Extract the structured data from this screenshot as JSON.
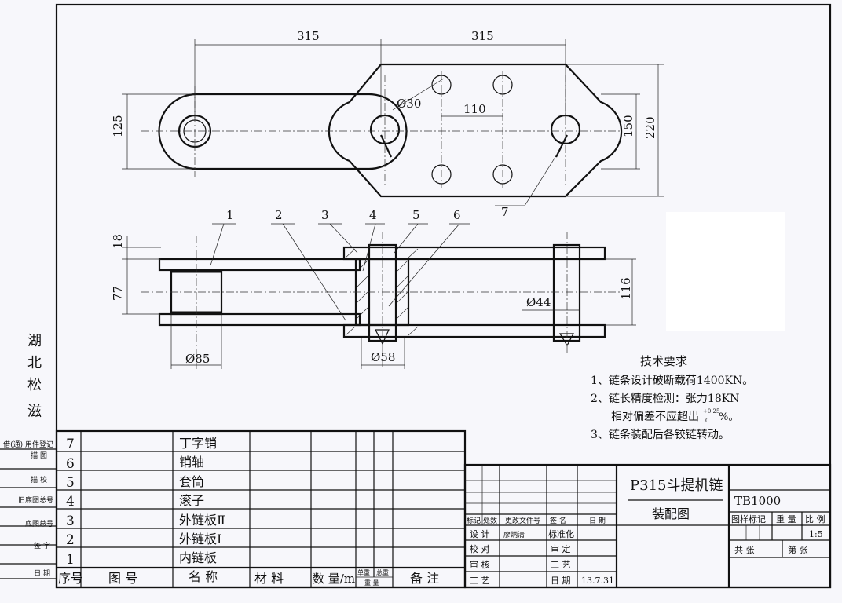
{
  "side_label": [
    "湖",
    "北",
    "松",
    "滋"
  ],
  "dimensions": {
    "pitch_left": "315",
    "pitch_right": "315",
    "hole_dia": "Ø30",
    "hole_spacing": "110",
    "inner_width": "125",
    "hole_height": "150",
    "outer_height": "220",
    "plate_thickness": "18",
    "inner_gap": "77",
    "overall_width": "116",
    "roller_dia": "Ø85",
    "bush_dia": "Ø58",
    "pin_dia": "Ø44"
  },
  "balloons": [
    "1",
    "2",
    "3",
    "4",
    "5",
    "6",
    "7"
  ],
  "tech_requirements": {
    "title": "技术要求",
    "items": [
      "1、链条设计破断载荷1400KN。",
      "2、链长精度检测：张力18KN",
      "相对偏差不应超出",
      "3、链条装配后各铰链转动。"
    ],
    "tol_upper": "+0.25",
    "tol_lower": "0",
    "tol_unit": "%。"
  },
  "left_strip": [
    "借(通) 用件登记",
    "描 图",
    "描 校",
    "旧底图总号",
    "底图总号",
    "签 字",
    "日 期"
  ],
  "parts": [
    {
      "no": "7",
      "name": "丁字销"
    },
    {
      "no": "6",
      "name": "销轴"
    },
    {
      "no": "5",
      "name": "套筒"
    },
    {
      "no": "4",
      "name": "滚子"
    },
    {
      "no": "3",
      "name": "外链板Ⅱ"
    },
    {
      "no": "2",
      "name": "外链板Ⅰ"
    },
    {
      "no": "1",
      "name": "内链板"
    }
  ],
  "parts_header": {
    "no": "序号",
    "drawing": "图  号",
    "name": "名  称",
    "material": "材  料",
    "qty": "数 量/m",
    "unit_wt": "单重",
    "total_wt": "总重",
    "wt": "重 量",
    "remark": "备  注"
  },
  "title_block": {
    "title": "P315斗提机链",
    "subtitle": "装配图",
    "drawing_no": "TB1000",
    "mark_header": "标记",
    "count_header": "处数",
    "doc_header": "更改文件号",
    "sign_header": "签 名",
    "date_header": "日 期",
    "design": "设 计",
    "designer": "廖炳清",
    "standard": "标准化",
    "check": "校 对",
    "approve": "审 定",
    "review": "审 核",
    "process": "工 艺",
    "process2": "工 艺",
    "date_label": "日 期",
    "date": "13.7.31",
    "sample_mark": "图样标记",
    "weight": "重 量",
    "scale_label": "比 例",
    "scale": "1:5",
    "total_sheets": "共    张",
    "sheet_no": "第    张"
  }
}
